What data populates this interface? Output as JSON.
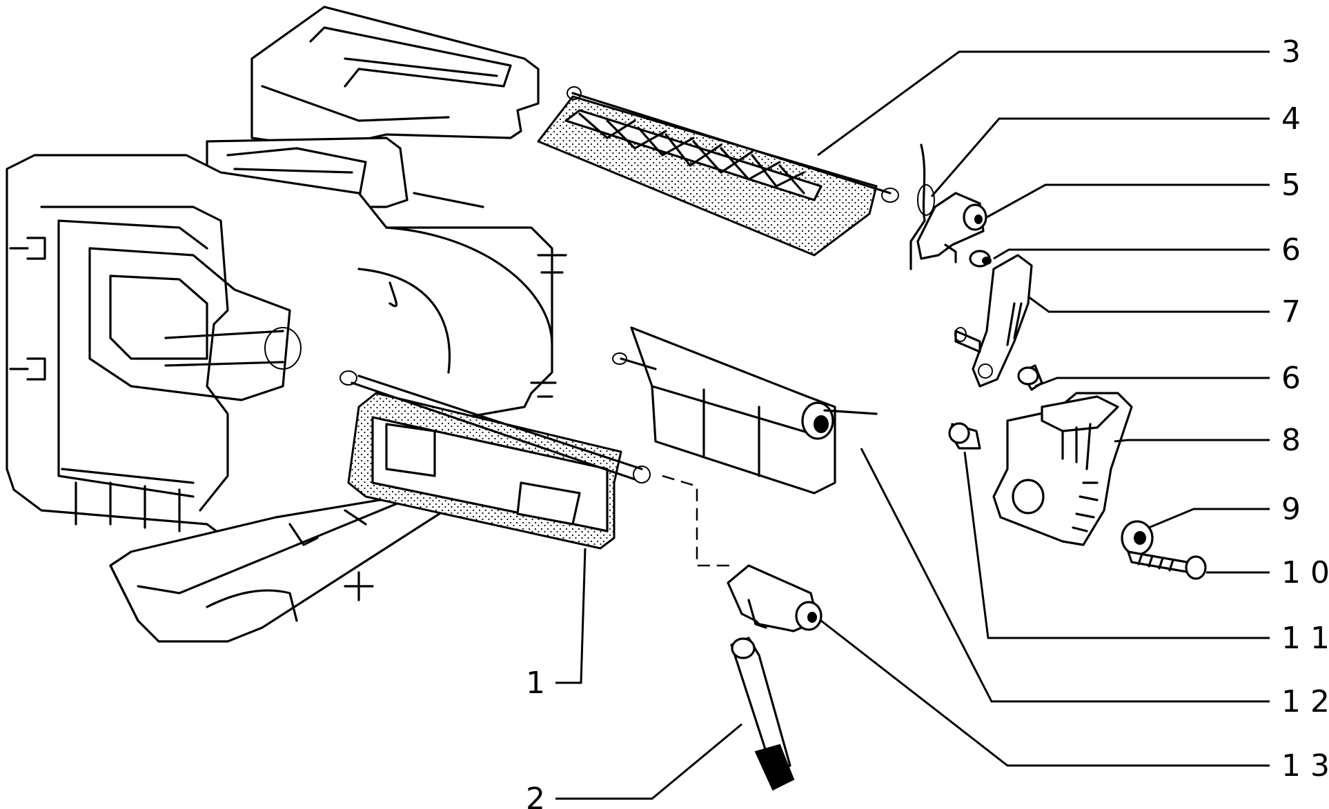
{
  "callouts": [
    "1",
    "2",
    "3",
    "4",
    "5",
    "6",
    "7",
    "6",
    "8",
    "9",
    "10",
    "11",
    "12",
    "13"
  ]
}
